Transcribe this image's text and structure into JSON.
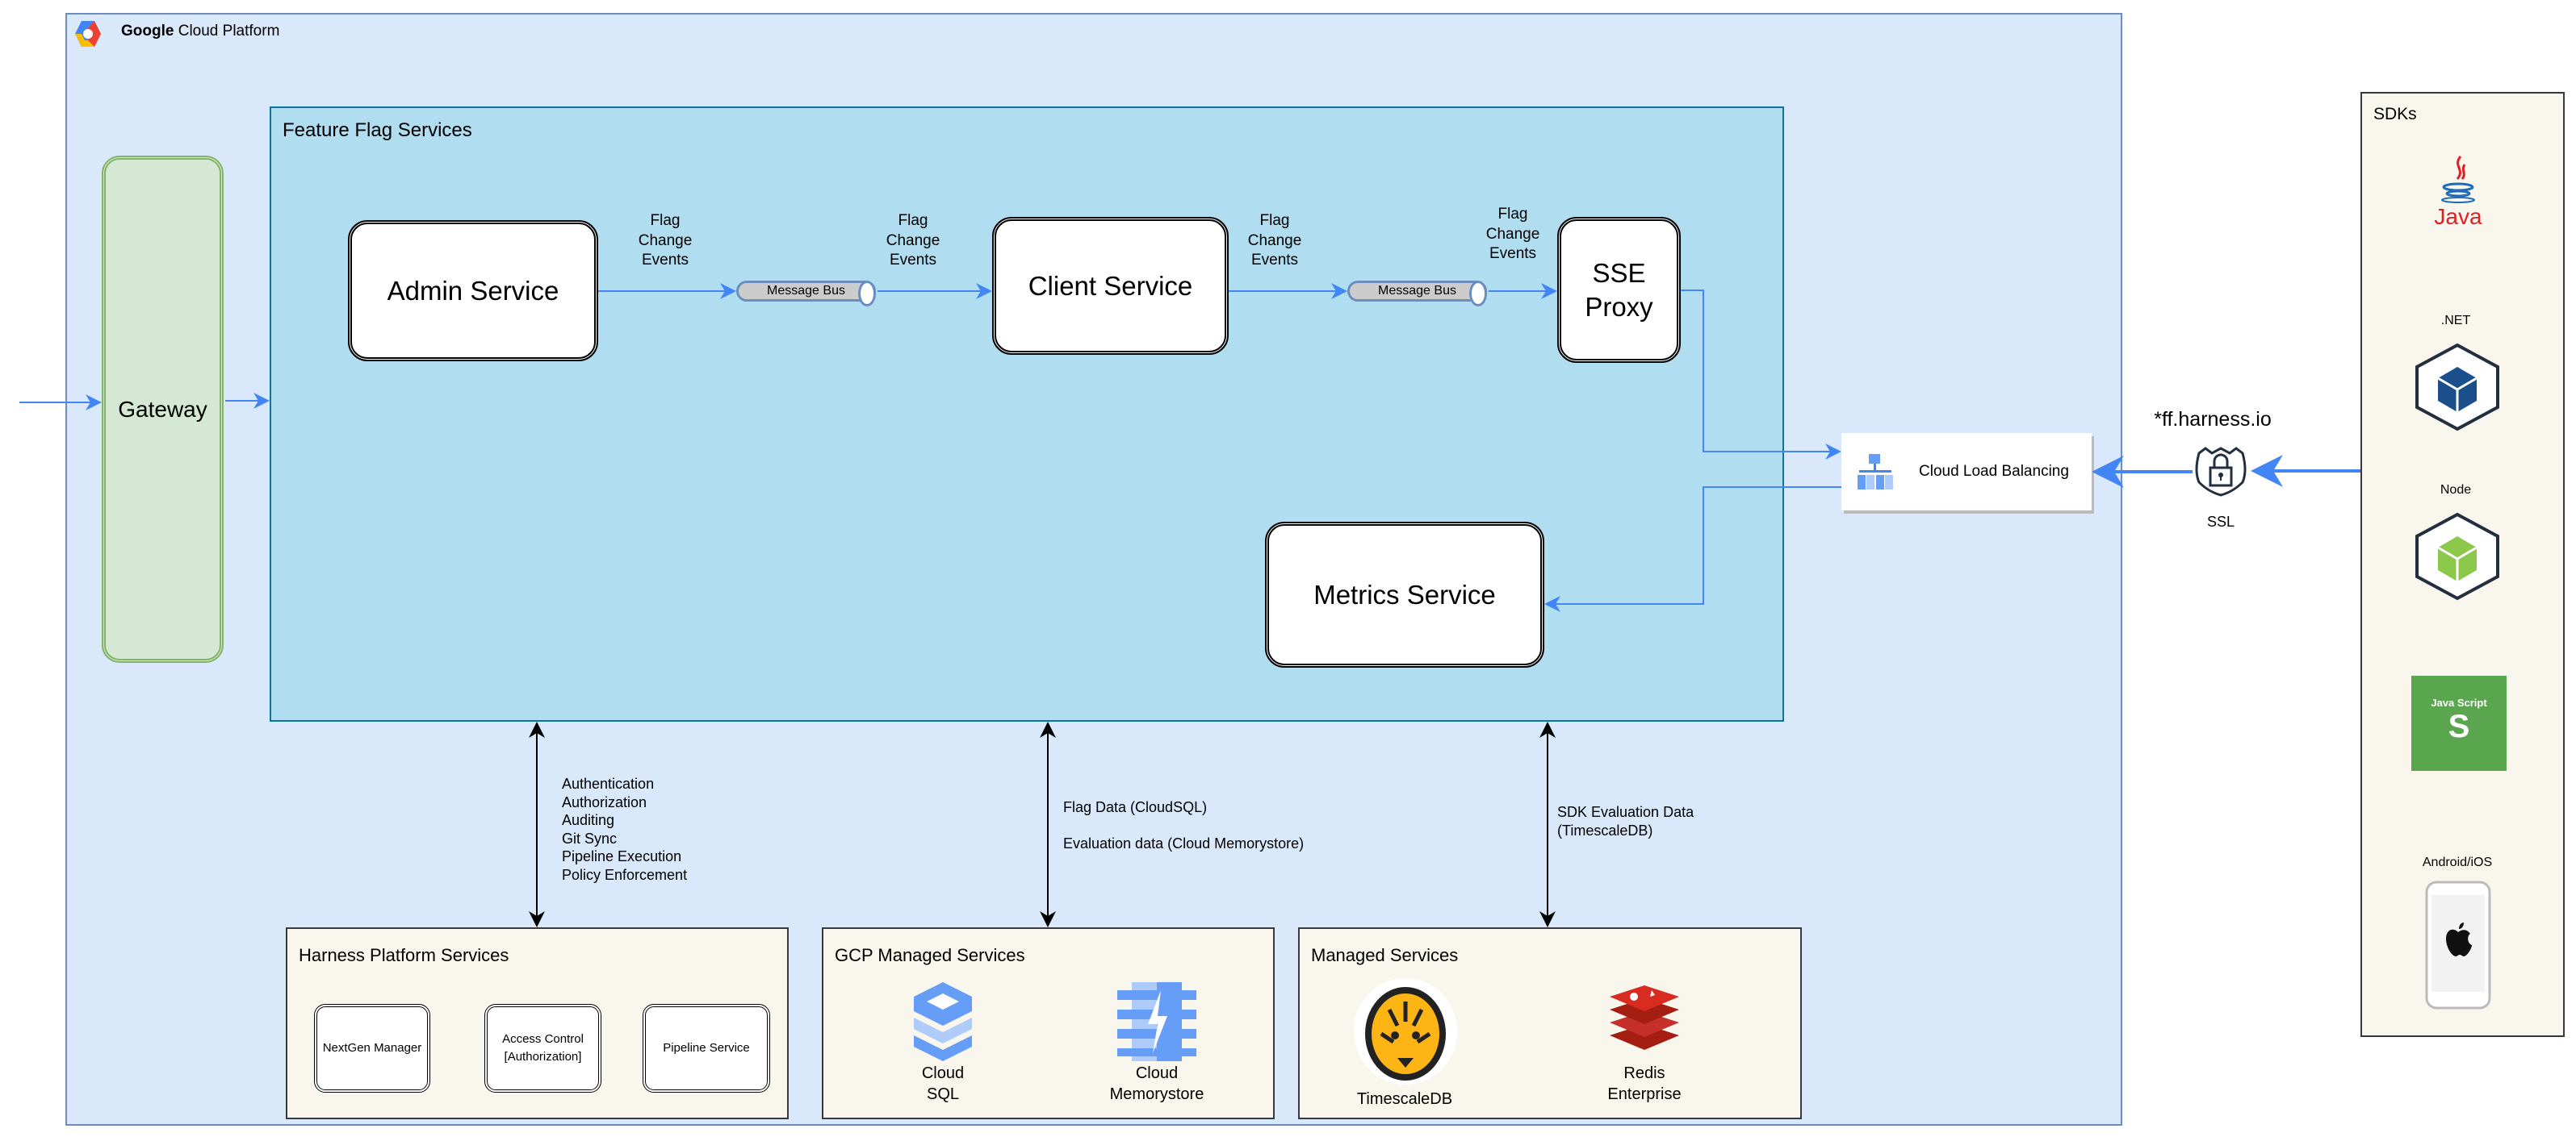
{
  "platform": {
    "title_bold": "Google",
    "title_rest": "Cloud Platform",
    "icon": "google-cloud-hexagon-icon"
  },
  "feature_flag": {
    "title": "Feature Flag Services"
  },
  "gateway": {
    "label": "Gateway"
  },
  "services": {
    "admin": "Admin Service",
    "client": "Client Service",
    "sse_line1": "SSE",
    "sse_line2": "Proxy",
    "metrics": "Metrics Service"
  },
  "message_bus": [
    "Message Bus",
    "Message Bus"
  ],
  "events": [
    [
      "Flag",
      "Change",
      "Events"
    ],
    [
      "Flag",
      "Change",
      "Events"
    ],
    [
      "Flag",
      "Change",
      "Events"
    ],
    [
      "Flag",
      "Change",
      "Events"
    ]
  ],
  "load_balancer": {
    "label": "Cloud Load Balancing",
    "icon": "load-balancer-icon"
  },
  "ssl": {
    "domain": "*ff.harness.io",
    "label": "SSL",
    "icon": "shield-lock-icon"
  },
  "sdks": {
    "title": "SDKs",
    "items": [
      {
        "label": "Java",
        "icon": "java-icon"
      },
      {
        "label": ".NET",
        "icon": "dotnet-cube-icon"
      },
      {
        "label": "Node",
        "icon": "node-cube-icon"
      },
      {
        "label": "Java Script",
        "icon": "javascript-icon"
      },
      {
        "label": "Android/iOS",
        "icon": "phone-apple-icon"
      }
    ]
  },
  "connections": {
    "harness": [
      "Authentication",
      "Authorization",
      "Auditing",
      "Git Sync",
      "Pipeline Execution",
      "Policy Enforcement"
    ],
    "gcp": [
      "Flag Data (CloudSQL)",
      "Evaluation data (Cloud Memorystore)"
    ],
    "managed": [
      "SDK Evaluation Data",
      "(TimescaleDB)"
    ]
  },
  "harness_panel": {
    "title": "Harness Platform Services",
    "items": [
      "NextGen Manager",
      "Access Control",
      "[Authorization]",
      "Pipeline Service"
    ]
  },
  "gcp_panel": {
    "title": "GCP Managed Services",
    "sql": [
      "Cloud",
      "SQL"
    ],
    "memorystore": [
      "Cloud",
      "Memorystore"
    ]
  },
  "managed_panel": {
    "title": "Managed Services",
    "timescale": "TimescaleDB",
    "redis": [
      "Redis",
      "Enterprise"
    ]
  },
  "colors": {
    "gcp_bg": "#dae8fc",
    "ff_bg": "#b1ddf0",
    "gateway_bg": "#d5e8d4",
    "panel_bg": "#f9f7ed",
    "arrow": "#4285f4"
  }
}
